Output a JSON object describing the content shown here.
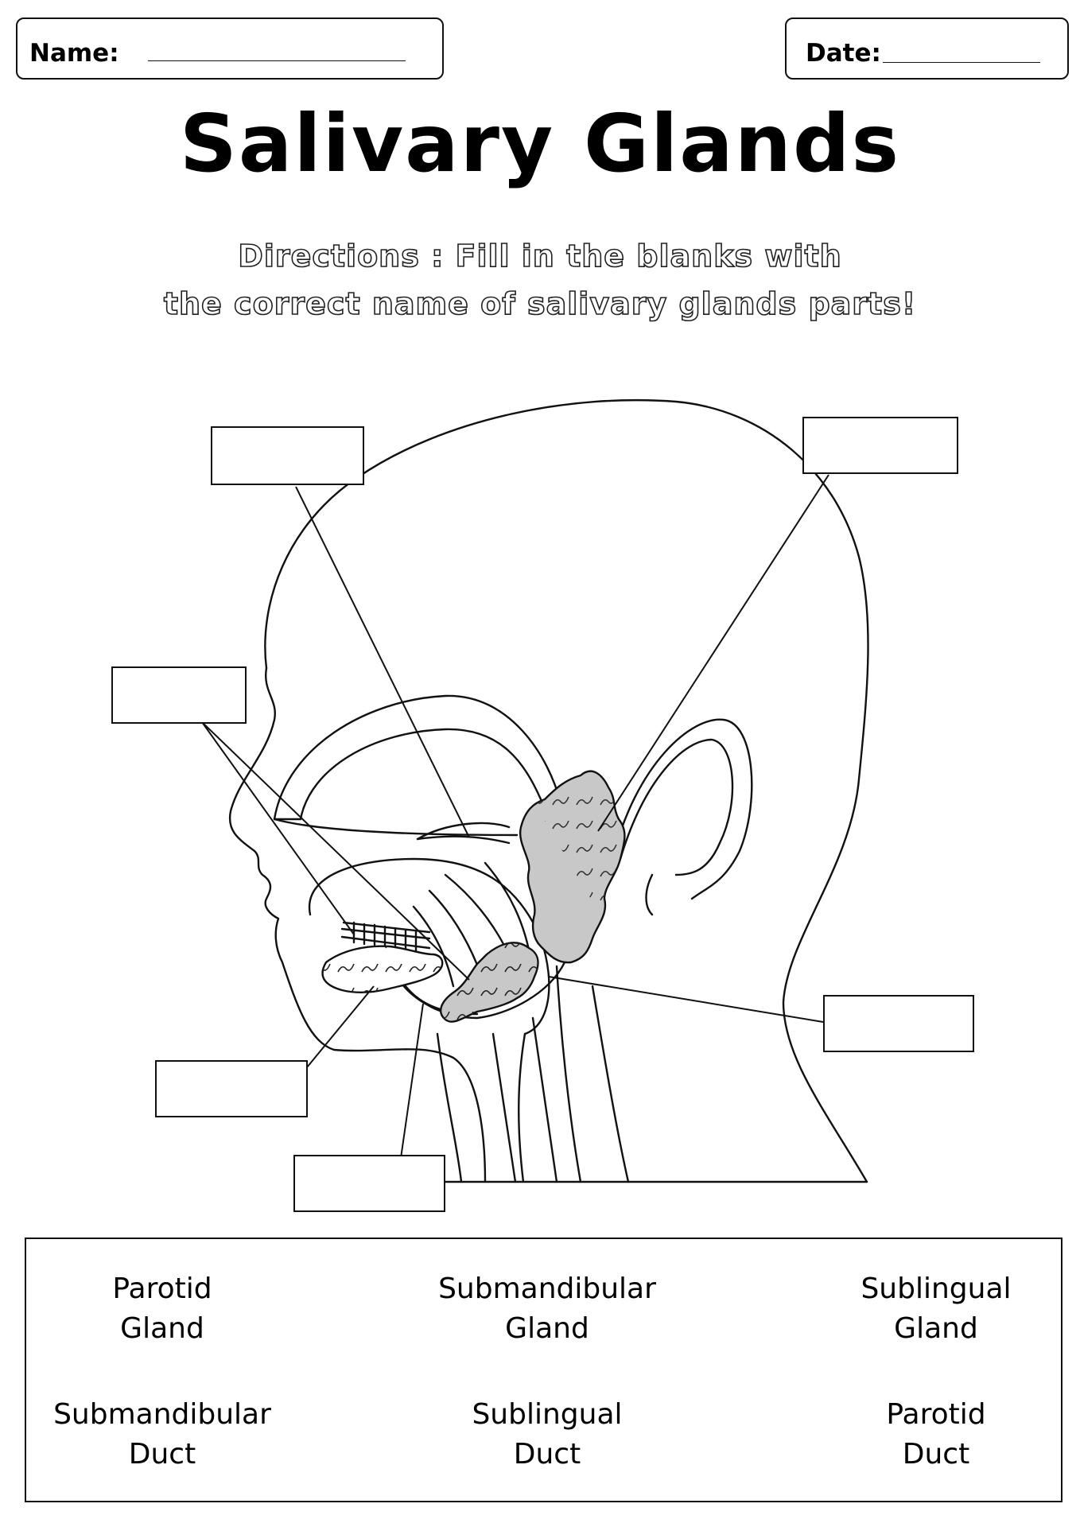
{
  "header": {
    "name_label": "Name:",
    "date_label": "Date:"
  },
  "title": "Salivary Glands",
  "directions": {
    "line1": "Directions : Fill in the blanks with",
    "line2": "the correct name of salivary glands parts!"
  },
  "word_bank": [
    {
      "line1": "Parotid",
      "line2": "Gland"
    },
    {
      "line1": "Submandibular",
      "line2": "Gland"
    },
    {
      "line1": "Sublingual",
      "line2": "Gland"
    },
    {
      "line1": "Submandibular",
      "line2": "Duct"
    },
    {
      "line1": "Sublingual",
      "line2": "Duct"
    },
    {
      "line1": "Parotid",
      "line2": "Duct"
    }
  ],
  "colors": {
    "gland_fill": "#c8c8c8",
    "line": "#111111"
  }
}
